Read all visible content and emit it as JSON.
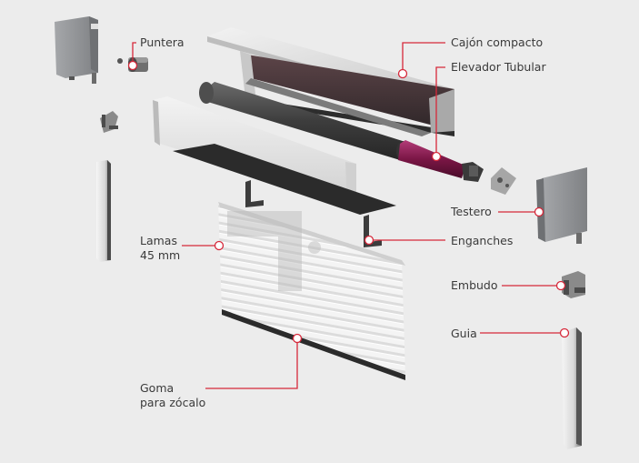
{
  "colors": {
    "background": "#ececec",
    "leader_line": "#d6283a",
    "text": "#3a3a3a",
    "motor_accent": "#7a1645",
    "aluminium_light": "#e4e4e4",
    "aluminium_dark": "#8d8f92"
  },
  "labels": {
    "puntera": "Puntera",
    "cajon_compacto": "Cajón compacto",
    "elevador_tubular": "Elevador Tubular",
    "testero": "Testero",
    "enganches": "Enganches",
    "embudo": "Embudo",
    "guia": "Guia",
    "lamas_line1": "Lamas",
    "lamas_line2": "45 mm",
    "goma_line1": "Goma",
    "goma_line2": "para zócalo"
  }
}
